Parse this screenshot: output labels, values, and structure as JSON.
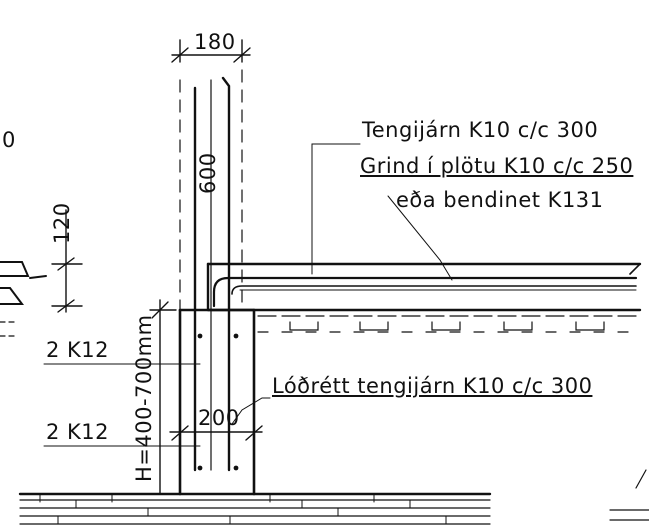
{
  "labels": {
    "top_width": "180",
    "bar_length": "600",
    "slab_thickness": "120",
    "left_edge_fragment": "0",
    "upper_rebar_1": "Tengijárn K10 c/c 300",
    "upper_rebar_2": "Grind í plötu K10 c/c 250",
    "upper_rebar_3": "eða bendinet K131",
    "vertical_rebar": "Lóðrétt tengijárn K10 c/c 300",
    "inner_width": "200",
    "top_bars": "2 K12",
    "bottom_bars": "2 K12",
    "height": "H=400-700mm"
  },
  "colors": {
    "line": "#111111",
    "background": "#ffffff"
  }
}
